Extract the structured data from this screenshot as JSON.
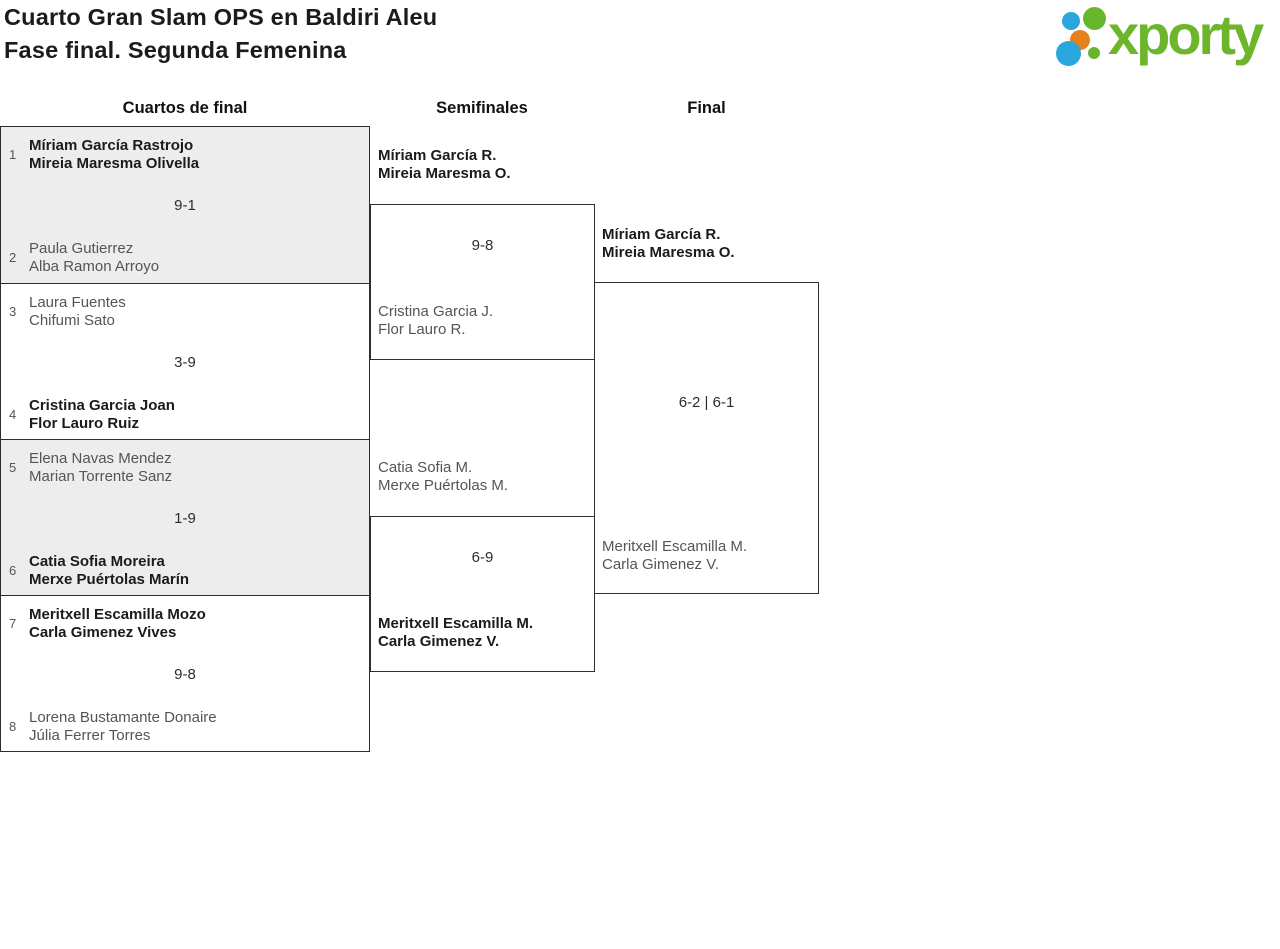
{
  "header": {
    "title_line1": "Cuarto Gran Slam OPS en Baldiri Aleu",
    "title_line2": "Fase final. Segunda Femenina"
  },
  "logo": {
    "text": "xporty"
  },
  "colors": {
    "logo_green": "#6db62c",
    "logo_blue": "#29a7dc",
    "logo_orange": "#e8811c",
    "bracket_line": "#2d2d2d",
    "match_alt_background": "#ededed",
    "winner_text": "#1b1b1b",
    "loser_text": "#555555"
  },
  "columns": [
    "Cuartos de final",
    "Semifinales",
    "Final"
  ],
  "bracket": {
    "quarterfinals": [
      {
        "seed_top": "1",
        "team_top": [
          "Míriam García Rastrojo",
          "Mireia Maresma Olivella"
        ],
        "team_top_winner": true,
        "score": "9-1",
        "seed_bottom": "2",
        "team_bottom": [
          "Paula Gutierrez",
          "Alba Ramon Arroyo"
        ],
        "team_bottom_winner": false
      },
      {
        "seed_top": "3",
        "team_top": [
          "Laura Fuentes",
          "Chifumi Sato"
        ],
        "team_top_winner": false,
        "score": "3-9",
        "seed_bottom": "4",
        "team_bottom": [
          "Cristina Garcia Joan",
          "Flor Lauro Ruiz"
        ],
        "team_bottom_winner": true
      },
      {
        "seed_top": "5",
        "team_top": [
          "Elena Navas Mendez",
          "Marian Torrente Sanz"
        ],
        "team_top_winner": false,
        "score": "1-9",
        "seed_bottom": "6",
        "team_bottom": [
          "Catia Sofia Moreira",
          "Merxe Puértolas Marín"
        ],
        "team_bottom_winner": true
      },
      {
        "seed_top": "7",
        "team_top": [
          "Meritxell Escamilla Mozo",
          "Carla Gimenez Vives"
        ],
        "team_top_winner": true,
        "score": "9-8",
        "seed_bottom": "8",
        "team_bottom": [
          "Lorena Bustamante Donaire",
          "Júlia Ferrer Torres"
        ],
        "team_bottom_winner": false
      }
    ],
    "semifinals": [
      {
        "team_top": [
          "Míriam García R.",
          "Mireia Maresma O."
        ],
        "team_top_winner": true,
        "score": "9-8",
        "team_bottom": [
          "Cristina Garcia J.",
          "Flor Lauro R."
        ],
        "team_bottom_winner": false
      },
      {
        "team_top": [
          "Catia Sofia M.",
          "Merxe Puértolas M."
        ],
        "team_top_winner": false,
        "score": "6-9",
        "team_bottom": [
          "Meritxell Escamilla M.",
          "Carla Gimenez V."
        ],
        "team_bottom_winner": true
      }
    ],
    "final": {
      "team_top": [
        "Míriam García R.",
        "Mireia Maresma O."
      ],
      "team_top_winner": true,
      "score": "6-2 | 6-1",
      "team_bottom": [
        "Meritxell Escamilla M.",
        "Carla Gimenez V."
      ],
      "team_bottom_winner": false
    }
  }
}
